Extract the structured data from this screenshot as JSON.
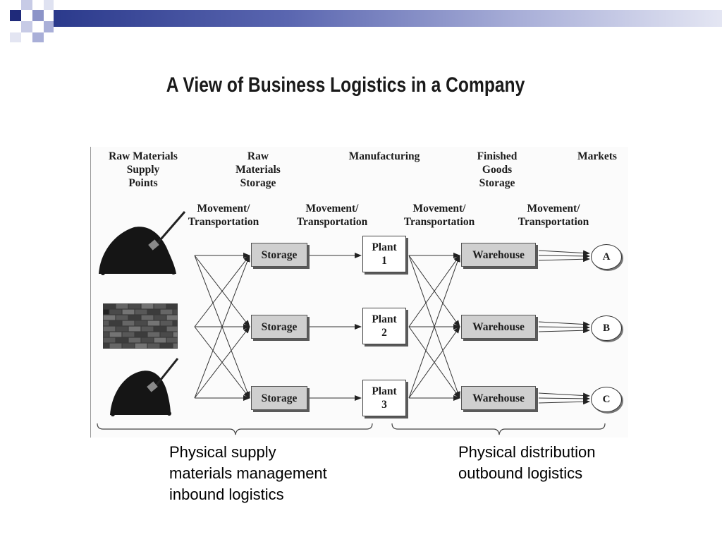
{
  "title": "A View of Business Logistics in a Company",
  "headers": {
    "raw_supply": [
      "Raw Materials",
      "Supply",
      "Points"
    ],
    "raw_storage": [
      "Raw",
      "Materials",
      "Storage"
    ],
    "manufacturing": "Manufacturing",
    "finished": [
      "Finished",
      "Goods",
      "Storage"
    ],
    "markets": "Markets"
  },
  "movement_label": [
    "Movement/",
    "Transportation"
  ],
  "storage_label": "Storage",
  "plants": [
    {
      "line1": "Plant",
      "line2": "1"
    },
    {
      "line1": "Plant",
      "line2": "2"
    },
    {
      "line1": "Plant",
      "line2": "3"
    }
  ],
  "warehouse_label": "Warehouse",
  "markets": [
    "A",
    "B",
    "C"
  ],
  "captions": {
    "supply": [
      "Physical supply",
      "materials management",
      "inbound logistics"
    ],
    "distribution": [
      "Physical distribution",
      "outbound logistics"
    ]
  },
  "colors": {
    "slide_accent": "#2b3a8c",
    "box_fill": "#cfcfcf",
    "pile": "#151515"
  },
  "icons": {
    "pile_top": "dirt-pile-with-shovel-icon",
    "bricks": "brick-stack-icon",
    "pile_bottom": "dirt-pile-with-shovel-icon"
  }
}
